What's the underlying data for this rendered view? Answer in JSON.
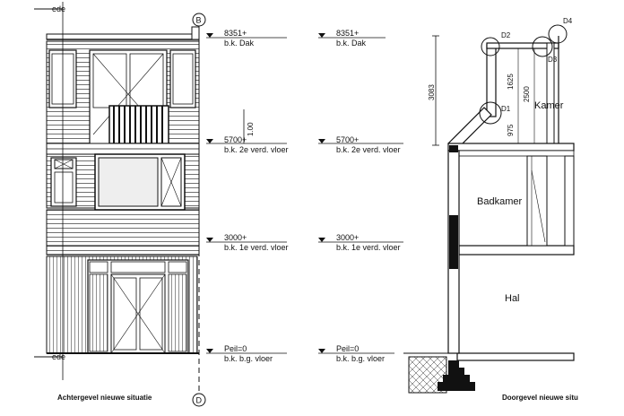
{
  "grid_axes": {
    "top": "B",
    "bottom": "D",
    "side_label": "ede"
  },
  "levels": [
    {
      "value": "8351+",
      "desc": "b.k. Dak"
    },
    {
      "value": "5700+",
      "desc": "b.k. 2e verd. vloer"
    },
    {
      "value": "3000+",
      "desc": "b.k. 1e verd. vloer"
    },
    {
      "value": "Peil=0",
      "desc": "b.k. b.g. vloer"
    }
  ],
  "dimensions": {
    "window_height": "1.00",
    "roof_total": "3083",
    "d1": "1625",
    "d2": "2500",
    "d3": "975"
  },
  "details": [
    "D1",
    "D2",
    "D3",
    "D4"
  ],
  "rooms": [
    "Kamer",
    "Badkamer",
    "Hal"
  ],
  "captions": {
    "left": "Achtergevel nieuwe situatie",
    "right": "Doorgevel nieuwe situ"
  },
  "colors": {
    "line": "#111111",
    "background": "#ffffff"
  }
}
